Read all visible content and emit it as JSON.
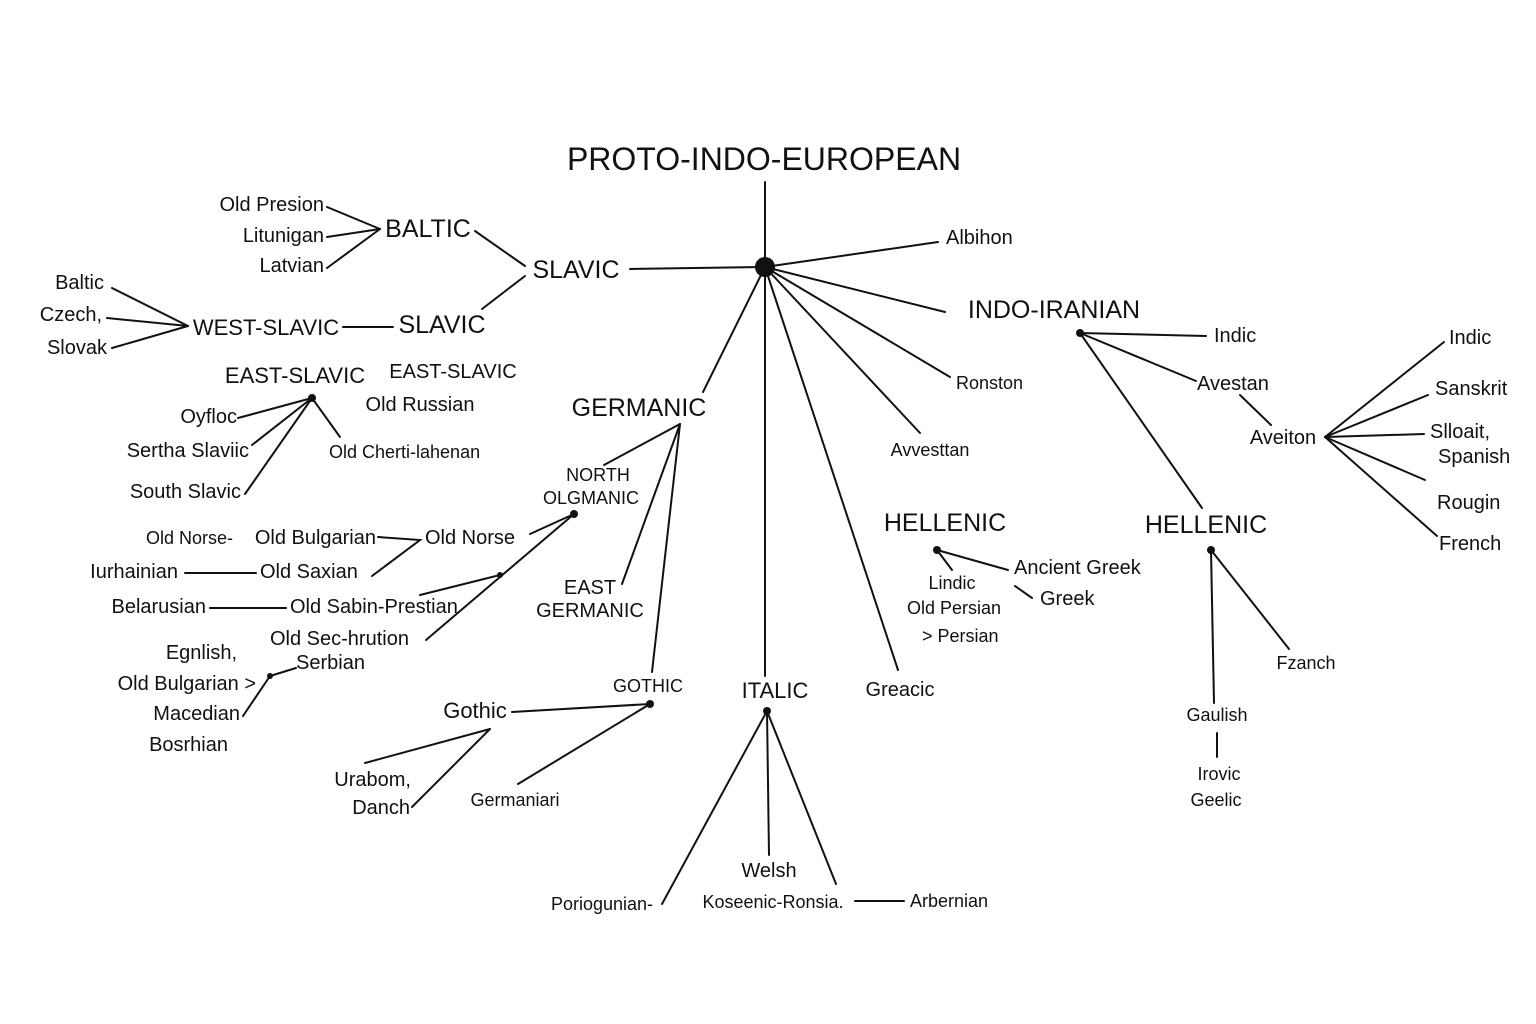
{
  "root": {
    "label": "PROTO-INDO-EUROPEAN"
  },
  "nodes": {
    "baltic": "BALTIC",
    "slavic_top": "SLAVIC",
    "slavic_mid": "SLAVIC",
    "west_slavic": "WEST-SLAVIC",
    "east_slavic_left": "EAST-SLAVIC",
    "east_slavic_right": "EAST-SLAVIC",
    "germanic": "GERMANIC",
    "north_germanic_1": "NORTH",
    "north_germanic_2": "OLGMANIC",
    "east_germanic_1": "EAST",
    "east_germanic_2": "GERMANIC",
    "gothic_upper": "GOTHIC",
    "italic": "ITALIC",
    "indo_iranian": "INDO-IRANIAN",
    "hellenic_left": "HELLENIC",
    "hellenic_right": "HELLENIC"
  },
  "leaves": {
    "old_presion": "Old Presion",
    "litunigan": "Litunigan",
    "latvian": "Latvian",
    "baltic": "Baltic",
    "czech": "Czech,",
    "slovak": "Slovak",
    "old_russian": "Old Russian",
    "oyfloc": "Oyfloc",
    "sertha_slavic": "Sertha Slaviic",
    "old_cherti": "Old Cherti-lahenan",
    "south_slavic": "South Slavic",
    "old_norse_dash": "Old Norse-",
    "old_bulgarian_a": "Old Bulgarian",
    "old_norse": "Old Norse",
    "iurhainian": "Iurhainian",
    "old_saxian": "Old Saxian",
    "belarusian": "Belarusian",
    "old_sabin": "Old Sabin-Prestian",
    "old_sec": "Old Sec-hrution",
    "serbian": "Serbian",
    "egnlish": "Egnlish,",
    "old_bulgarian_b": "Old Bulgarian >",
    "macedian": "Macedian",
    "bosrhian": "Bosrhian",
    "gothic": "Gothic",
    "urabom": "Urabom,",
    "danch": "Danch",
    "germaniari": "Germaniari",
    "albihon": "Albihon",
    "ronston": "Ronston",
    "avvesttan": "Avvesttan",
    "greacic": "Greacic",
    "welsh": "Welsh",
    "koseenic": "Koseenic-Ronsia.",
    "arbernian": "Arbernian",
    "poriogunian": "Poriogunian-",
    "indic_a": "Indic",
    "avestan": "Avestan",
    "indic_b": "Indic",
    "aveiton": "Aveiton",
    "sanskrit": "Sanskrit",
    "slloait": "Slloait,",
    "spanish": "Spanish",
    "rougin": "Rougin",
    "french": "French",
    "lindic": "Lindic",
    "old_persian": "Old Persian",
    "persian": "> Persian",
    "ancient_greek": "Ancient Greek",
    "greek": "Greek",
    "franch": "Fzanch",
    "gaulish": "Gaulish",
    "irovic": "Irovic",
    "geelic": "Geelic"
  },
  "colors": {
    "ink": "#111111",
    "background": "#ffffff"
  }
}
